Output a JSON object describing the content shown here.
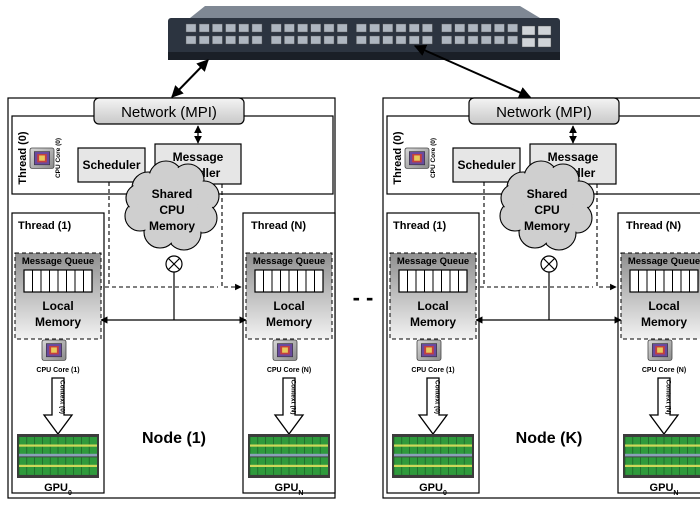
{
  "network_label": "Network (MPI)",
  "node": {
    "thread0_label": "Thread (0)",
    "cpu_core0_label": "CPU Core (0)",
    "scheduler_label": "Scheduler",
    "message_handler_line1": "Message",
    "message_handler_line2": "Handler",
    "shared_memory_line1": "Shared",
    "shared_memory_line2": "CPU",
    "shared_memory_line3": "Memory",
    "thread1_label": "Thread (1)",
    "threadN_label": "Thread (N)",
    "message_queue_label": "Message Queue",
    "local_memory_line1": "Local",
    "local_memory_line2": "Memory",
    "cpu_core1_label": "CPU Core (1)",
    "cpu_coreN_label": "CPU Core (N)",
    "context0_label": "Context (0)",
    "contextN_label": "Context (N)",
    "gpu_base": "GPU",
    "gpu0_sub": "0",
    "gpuN_sub": "N"
  },
  "node_titles": [
    "Node (1)",
    "Node (K)"
  ],
  "ellipsis": "- -",
  "colors": {
    "box_fill": "#e6e6e6",
    "mq_fill": "#bdbdbd",
    "cloud_fill": "#cfcfcf",
    "gpu_green": "#2f9a3c",
    "switch_body": "#2c3440"
  }
}
